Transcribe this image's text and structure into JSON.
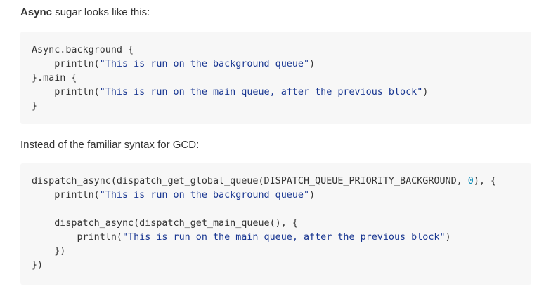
{
  "intro": {
    "bold": "Async",
    "rest": " sugar looks like this:"
  },
  "block1": {
    "lines": [
      {
        "indent": "",
        "pre": "Async.background {",
        "str": "",
        "post": ""
      },
      {
        "indent": "    ",
        "pre": "println(",
        "str": "\"This is run on the background queue\"",
        "post": ")"
      },
      {
        "indent": "",
        "pre": "}.main {",
        "str": "",
        "post": ""
      },
      {
        "indent": "    ",
        "pre": "println(",
        "str": "\"This is run on the main queue, after the previous block\"",
        "post": ")"
      },
      {
        "indent": "",
        "pre": "}",
        "str": "",
        "post": ""
      }
    ]
  },
  "middle": {
    "text": "Instead of the familiar syntax for GCD:"
  },
  "block2": {
    "line1_pre": "dispatch_async(dispatch_get_global_queue(DISPATCH_QUEUE_PRIORITY_BACKGROUND, ",
    "line1_num": "0",
    "line1_post": "), {",
    "line2_pre": "    println(",
    "line2_str": "\"This is run on the background queue\"",
    "line2_post": ")",
    "line3": "",
    "line4": "    dispatch_async(dispatch_get_main_queue(), {",
    "line5_pre": "        println(",
    "line5_str": "\"This is run on the main queue, after the previous block\"",
    "line5_post": ")",
    "line6": "    })",
    "line7": "})"
  }
}
